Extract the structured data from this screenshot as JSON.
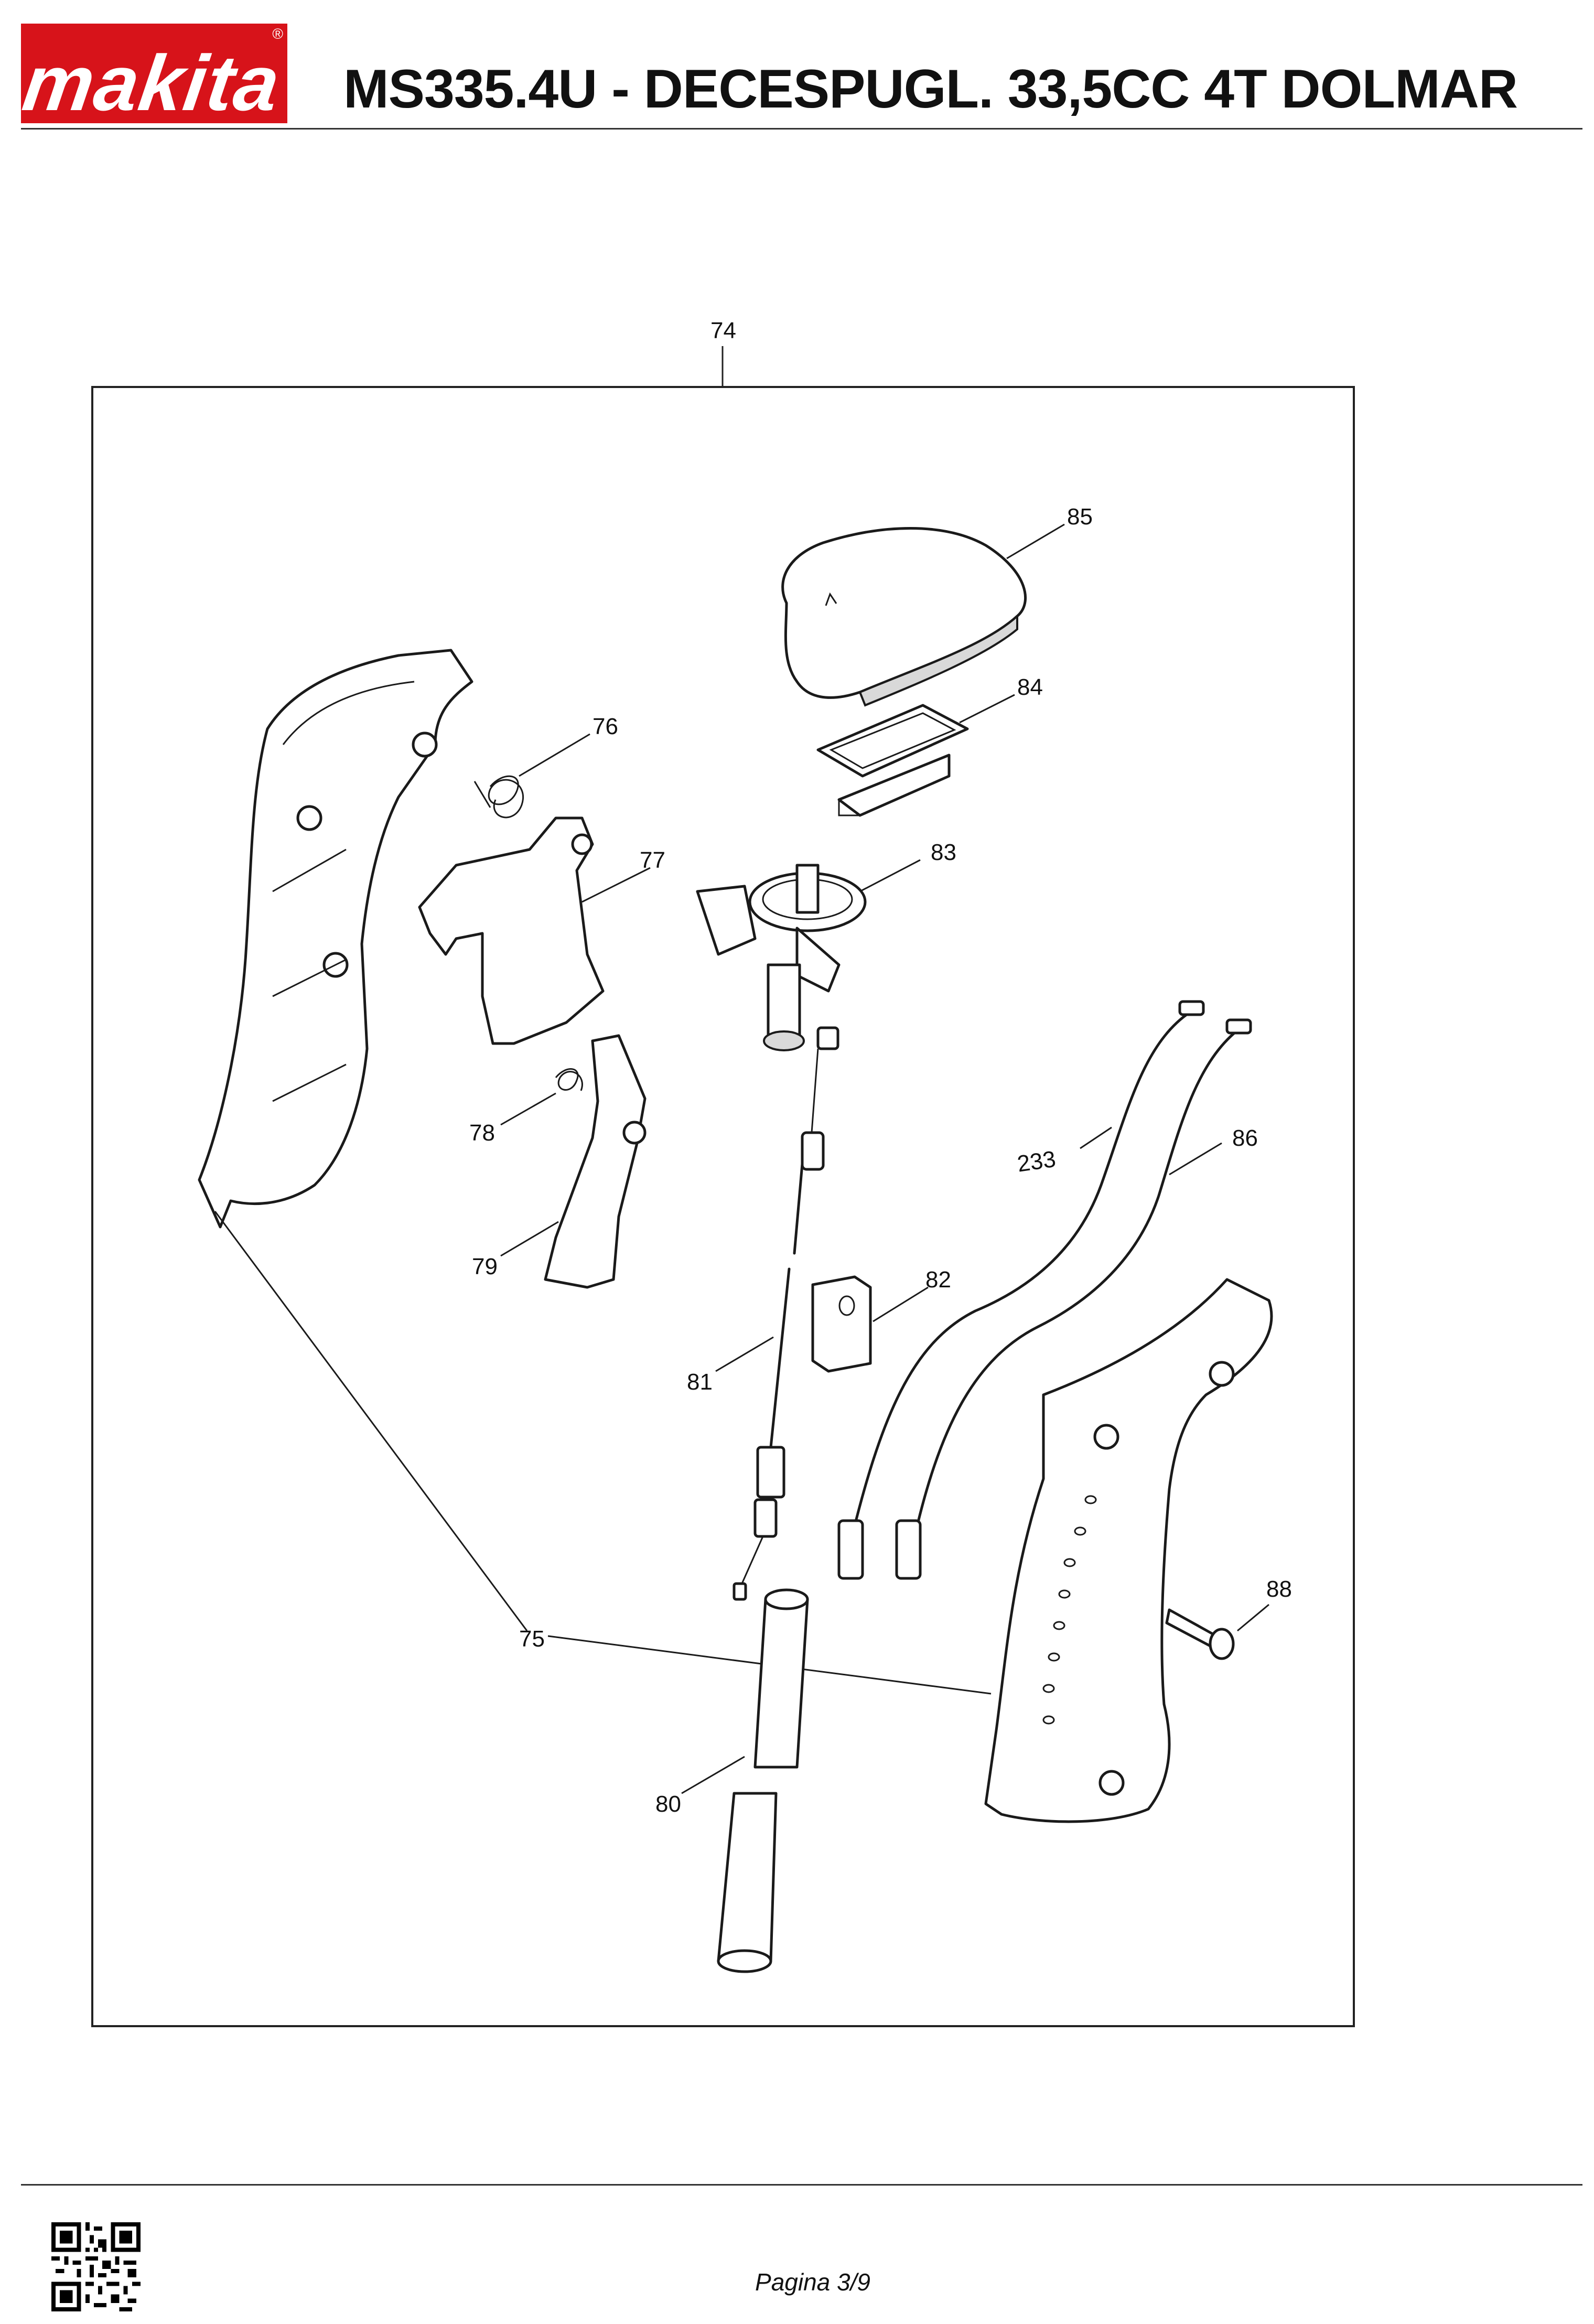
{
  "header": {
    "brand": "makita",
    "title": "MS335.4U - DECESPUGL. 33,5CC 4T DOLMAR"
  },
  "diagram": {
    "callouts": {
      "c74": "74",
      "c75": "75",
      "c76": "76",
      "c77": "77",
      "c78": "78",
      "c79": "79",
      "c80": "80",
      "c81": "81",
      "c82": "82",
      "c83": "83",
      "c84": "84",
      "c85": "85",
      "c86": "86",
      "c88": "88",
      "c233": "233"
    }
  },
  "footer": {
    "page": "Pagina 3/9"
  }
}
